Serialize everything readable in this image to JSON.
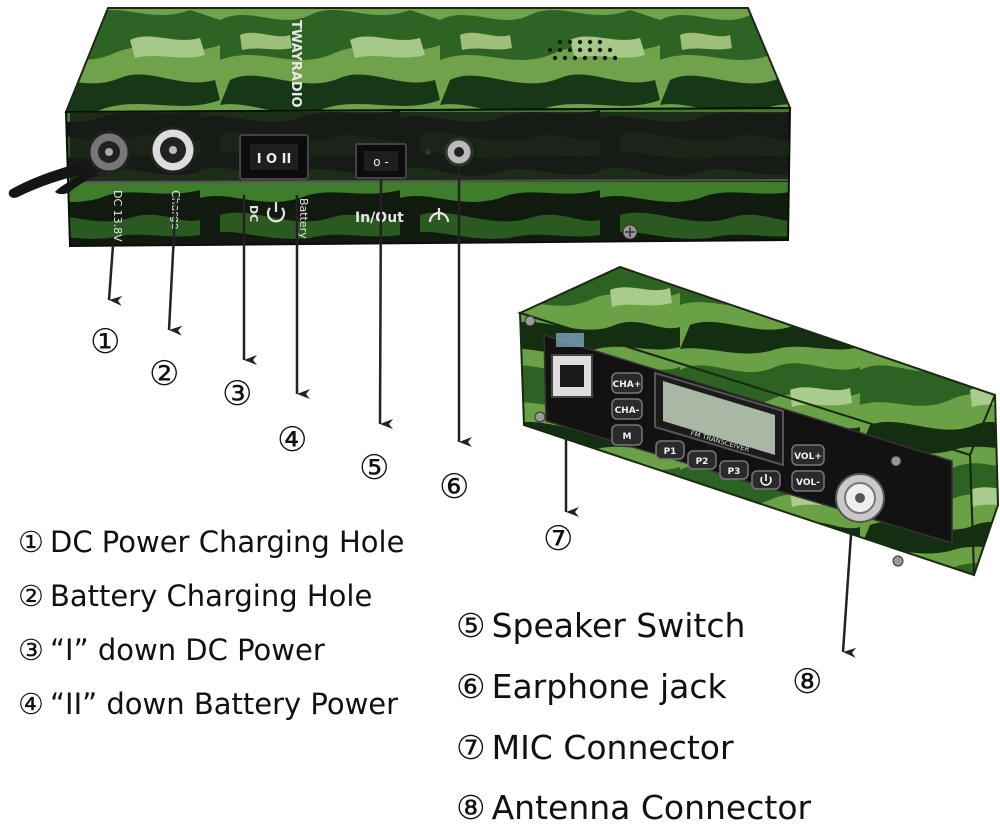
{
  "device_top": {
    "brand": "TWAYRADIO",
    "panel_labels": {
      "dc": "DC 13.8V",
      "charge": "Charge",
      "dc_switch": "DC",
      "power_icon": "power-icon",
      "battery_switch": "Battery",
      "in_out": "In/Out",
      "earphone_icon": "headphone-icon"
    },
    "rocker_1": "I O II",
    "rocker_2": "o -"
  },
  "device_bottom": {
    "buttons": [
      "CHA+",
      "CHA-",
      "M",
      "P1",
      "P2",
      "P3",
      "VOL+",
      "VOL-"
    ],
    "screen_caption": "FM TRANSCEIVER",
    "power_icon": "power-icon"
  },
  "callouts": [
    "①",
    "②",
    "③",
    "④",
    "⑤",
    "⑥",
    "⑦",
    "⑧"
  ],
  "legend": [
    {
      "marker": "①",
      "text": "DC Power Charging Hole"
    },
    {
      "marker": "②",
      "text": "Battery Charging Hole"
    },
    {
      "marker": "③",
      "text": "“I”  down DC Power"
    },
    {
      "marker": "④",
      "text": "“II”  down Battery Power"
    },
    {
      "marker": "⑤",
      "text": "Speaker Switch"
    },
    {
      "marker": "⑥",
      "text": "Earphone jack"
    },
    {
      "marker": "⑦",
      "text": "MIC Connector"
    },
    {
      "marker": "⑧",
      "text": "Antenna Connector"
    }
  ],
  "colors": {
    "camo_light": "#7fb04a",
    "camo_mid": "#2f6a22",
    "camo_dark": "#0f1f0c",
    "panel": "#161a14",
    "arrow": "#222222"
  }
}
